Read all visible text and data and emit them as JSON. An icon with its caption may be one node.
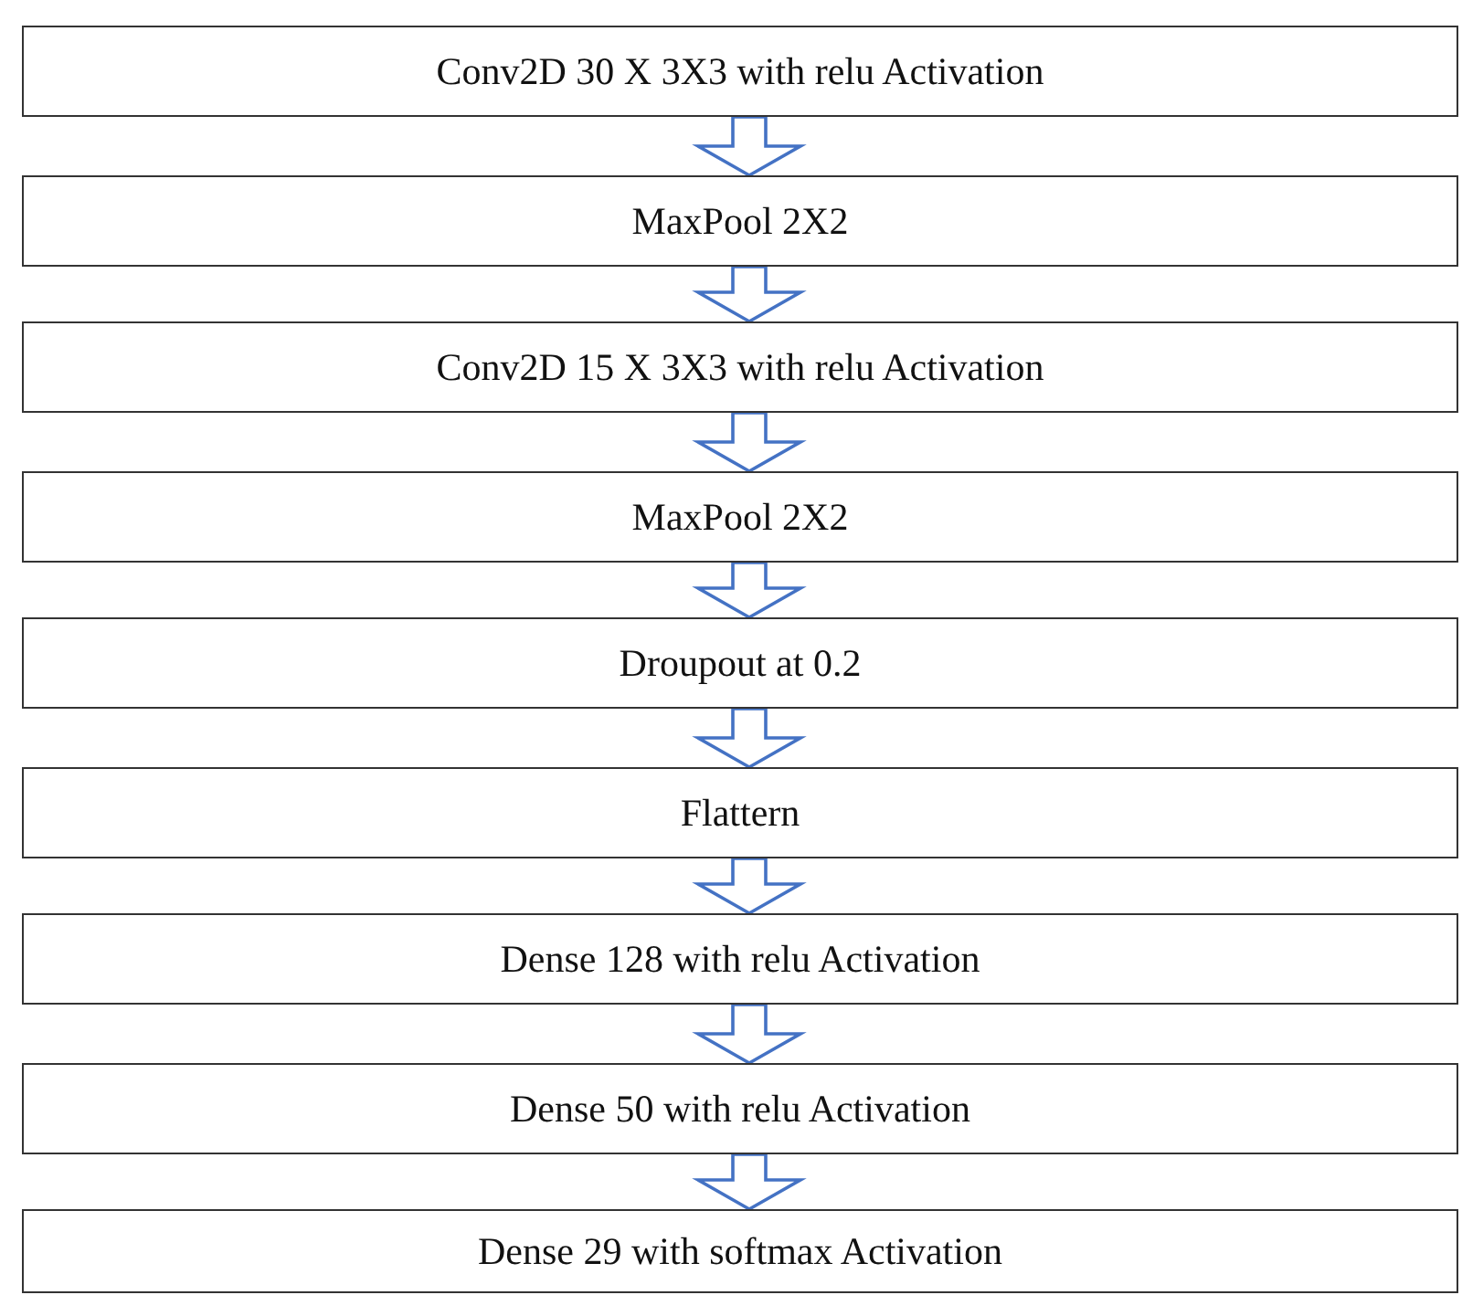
{
  "diagram": {
    "nodes": [
      {
        "text": [
          "Conv2D 30 X 3X3 with relu Activation"
        ]
      },
      {
        "text": [
          "MaxPool 2X2"
        ]
      },
      {
        "text": [
          "Conv2D 15 X 3X3 with relu Activation"
        ]
      },
      {
        "text": [
          "MaxPool 2X2"
        ]
      },
      {
        "text": [
          "Droupout at 0.2"
        ]
      },
      {
        "text": [
          "Flattern"
        ]
      },
      {
        "text": [
          "Dense 128 with relu Activation"
        ]
      },
      {
        "text": [
          "Dense 50 with relu Activation"
        ]
      },
      {
        "text": [
          "Dense 29 with softmax Activation"
        ]
      }
    ],
    "edges": [
      {
        "from": 0,
        "to": 1,
        "arrow": "to"
      },
      {
        "from": 1,
        "to": 2,
        "arrow": "to"
      },
      {
        "from": 2,
        "to": 3,
        "arrow": "to"
      },
      {
        "from": 3,
        "to": 4,
        "arrow": "to"
      },
      {
        "from": 4,
        "to": 5,
        "arrow": "to"
      },
      {
        "from": 5,
        "to": 6,
        "arrow": "to"
      },
      {
        "from": 6,
        "to": 7,
        "arrow": "to"
      },
      {
        "from": 7,
        "to": 8,
        "arrow": "to"
      }
    ]
  }
}
